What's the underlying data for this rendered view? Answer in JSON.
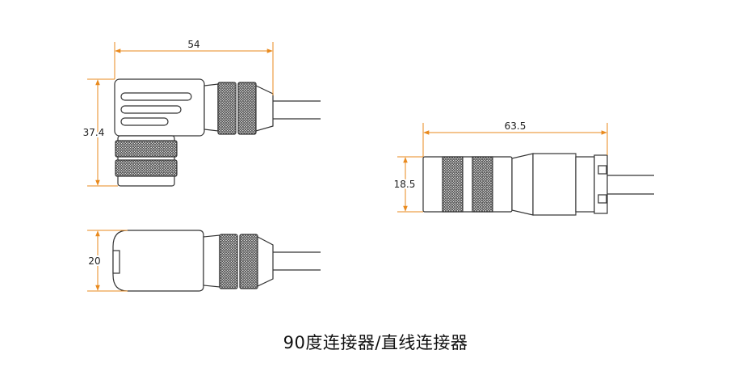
{
  "dimensions": {
    "angled_length": "54",
    "angled_height": "37.4",
    "angled_width": "20",
    "straight_length": "63.5",
    "straight_diameter": "18.5"
  },
  "caption": "90度连接器/直线连接器",
  "colors": {
    "dimension": "#e98a1e",
    "outline": "#333333",
    "knurl": "#555555",
    "background": "#ffffff"
  }
}
